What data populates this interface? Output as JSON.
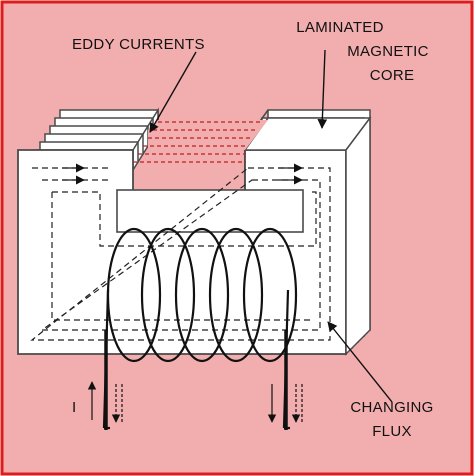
{
  "colors": {
    "background": "#f2aeae",
    "border": "#e01b1b",
    "core_face": "#ffffff",
    "core_edge": "#4a4a4a",
    "ink": "#111111"
  },
  "labels": {
    "eddy_currents": "EDDY CURRENTS",
    "laminated": "LAMINATED",
    "magnetic": "MAGNETIC",
    "core": "CORE",
    "changing": "CHANGING",
    "flux": "FLUX",
    "current": "I"
  }
}
